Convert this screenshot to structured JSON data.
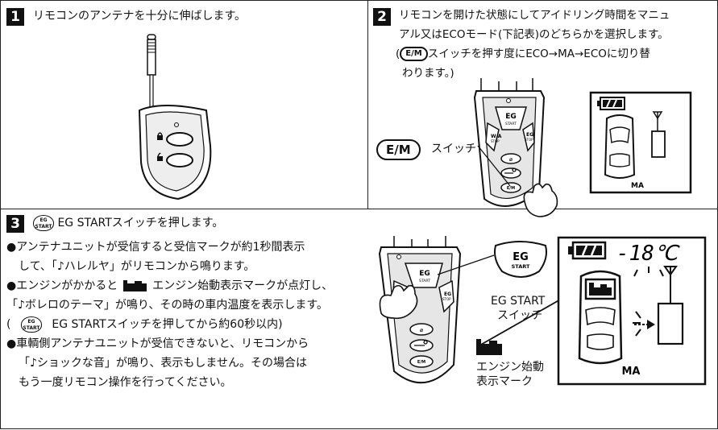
{
  "step1": {
    "number": "1",
    "text": "リモコンのアンテナを十分に伸ばします。"
  },
  "step2": {
    "number": "2",
    "line1": "リモコンを開けた状態にしてアイドリング時間をマニュ",
    "line2": "アル又はECOモード(下記表)のどちらかを選択します。",
    "line3_open": "(",
    "line3_pill": "E/M",
    "line3_rest": "スイッチを押す度にECO→MA→ECOに切り替",
    "line4": "わります。)",
    "em_switch_pill": "E/M",
    "em_switch_label": "スイッチ",
    "remote_eg_label": "EG",
    "remote_eg_sub": "START",
    "remote_wa_label": "W/A",
    "remote_wa_sub": "STOP",
    "remote_eg2_label": "EG",
    "remote_eg2_sub": "STOP",
    "remote_em_label": "E/M",
    "display_mode": "MA"
  },
  "step3": {
    "number": "3",
    "icon_label_top": "EG",
    "icon_label_bottom": "START",
    "title": "EG STARTスイッチを押します。",
    "bullet1_line1": "●アンテナユニットが受信すると受信マークが約1秒間表示",
    "bullet1_line2": "して、「♪ハレルヤ」がリモコンから鳴ります。",
    "bullet2_line1_a": "●エンジンがかかると",
    "bullet2_line1_b": "エンジン始動表示マークが点灯し、",
    "bullet2_line2": "「♪ボレロのテーマ」が鳴り、その時の車内温度を表示します。",
    "bullet2_line3_open": "(",
    "bullet2_line3_rest": "EG STARTスイッチを押してから約60秒以内)",
    "bullet3_line1": "●車輌側アンテナユニットが受信できないと、リモコンから",
    "bullet3_line2": "「♪ショックな音」が鳴り、表示もしません。その場合は",
    "bullet3_line3": "もう一度リモコン操作を行ってください。",
    "callout_button_top": "EG",
    "callout_button_bottom": "START",
    "callout_label1": "EG START",
    "callout_label2": "スイッチ",
    "engine_mark_label1": "エンジン始動",
    "engine_mark_label2": "表示マーク",
    "display_temp": "-18℃",
    "display_mode": "MA"
  }
}
